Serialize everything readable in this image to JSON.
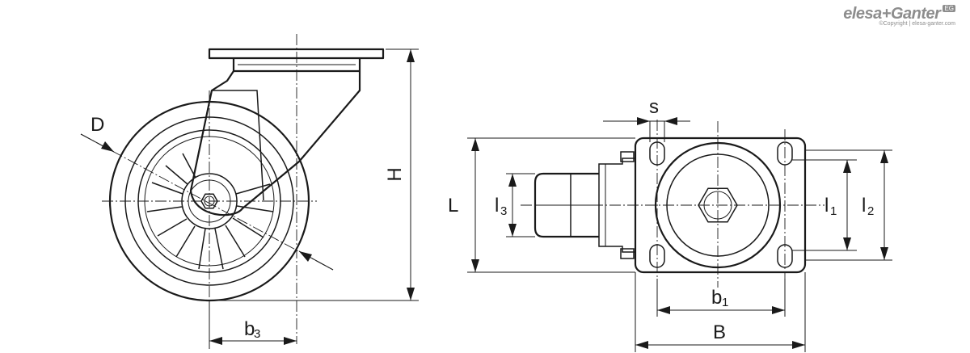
{
  "logo": {
    "brand": "elesa+Ganter",
    "badge": "EG",
    "copyright": "©Copyright | elesa-ganter.com"
  },
  "dimensions": {
    "D": "D",
    "H": "H",
    "b3": {
      "base": "b",
      "sub": "3"
    },
    "s": "s",
    "L": "L",
    "l3": {
      "base": "l",
      "sub": "3"
    },
    "l1": {
      "base": "l",
      "sub": "1"
    },
    "l2": {
      "base": "l",
      "sub": "2"
    },
    "b1": {
      "base": "b",
      "sub": "1"
    },
    "B": "B"
  }
}
